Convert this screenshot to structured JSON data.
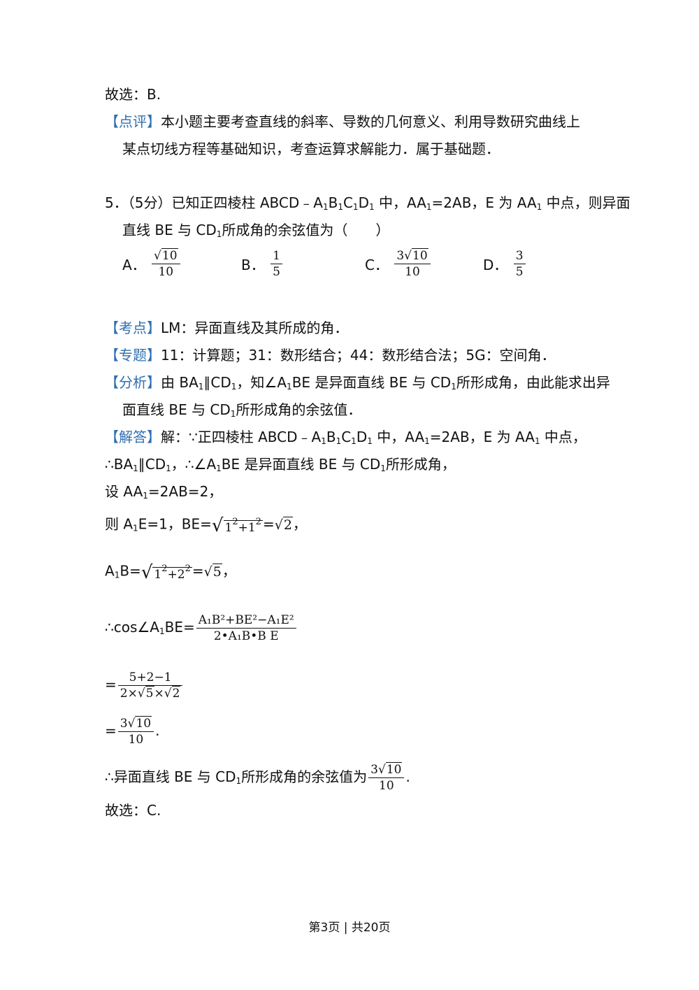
{
  "prev": {
    "answer": "故选：B.",
    "comment_tag": "【点评】",
    "comment_line1": "本小题主要考查直线的斜率、导数的几何意义、利用导数研究曲线上",
    "comment_line2": "某点切线方程等基础知识，考查运算求解能力．属于基础题．"
  },
  "question": {
    "number": "5．",
    "score": "（5分）",
    "stem_a": "已知正四棱柱 ABCD﹣A",
    "stem_b": "B",
    "stem_c": "C",
    "stem_d": "D",
    "stem_e": " 中，AA",
    "stem_f": "=2AB，E 为 AA",
    "stem_g": " 中点，则异面",
    "stem_line2_a": "直线 BE 与 CD",
    "stem_line2_b": "所成角的余弦值为（　　）",
    "sub1": "1",
    "options": [
      {
        "label": "A．",
        "num_coef": "",
        "num_rad": "10",
        "den": "10"
      },
      {
        "label": "B．",
        "num": "1",
        "den": "5"
      },
      {
        "label": "C．",
        "num_coef": "3",
        "num_rad": "10",
        "den": "10"
      },
      {
        "label": "D．",
        "num": "3",
        "den": "5"
      }
    ]
  },
  "solution": {
    "kaodian_tag": "【考点】",
    "kaodian": "LM：异面直线及其所成的角．",
    "zhuanti_tag": "【专题】",
    "zhuanti": "11：计算题；31：数形结合；44：数形结合法；5G：空间角．",
    "fenxi_tag": "【分析】",
    "fenxi_a": "由 BA",
    "fenxi_b": "∥CD",
    "fenxi_c": "，知∠A",
    "fenxi_d": "BE 是异面直线 BE 与 CD",
    "fenxi_e": "所形成角，由此能求出异",
    "fenxi_line2_a": "面直线 BE 与 CD",
    "fenxi_line2_b": "所形成角的余弦值．",
    "jieda_tag": "【解答】",
    "jieda_a": "解：∵正四棱柱 ABCD﹣A",
    "jieda_b": "B",
    "jieda_c": "C",
    "jieda_d": "D",
    "jieda_e": " 中，AA",
    "jieda_f": "=2AB，E 为 AA",
    "jieda_g": " 中点，",
    "l2_a": "∴BA",
    "l2_b": "∥CD",
    "l2_c": "，∴∠A",
    "l2_d": "BE 是异面直线 BE 与 CD",
    "l2_e": "所形成角，",
    "l3_a": "设 AA",
    "l3_b": "=2AB=2，",
    "l4_a": "则 A",
    "l4_b": "E=1，BE=",
    "l4_rad_a": "1",
    "l4_rad_b": "+1",
    "l4_eq": "=",
    "l4_res": "2",
    "l4_end": "，",
    "sq": "2",
    "l5_a": "A",
    "l5_b": "B=",
    "l5_rad_a": "1",
    "l5_rad_b": "+2",
    "l5_eq": "=",
    "l5_res": "5",
    "l5_end": "，",
    "l6_a": "∴cos∠A",
    "l6_b": "BE=",
    "l6_num": "A₁B²+BE²−A₁E²",
    "l6_den": "2•A₁B•B E",
    "l7_eq": "=",
    "l7_num": "5+2−1",
    "l7_den_a": "2×",
    "l7_den_b": "5",
    "l7_den_c": "×",
    "l7_den_d": "2",
    "l8_eq": "=",
    "l8_coef": "3",
    "l8_rad": "10",
    "l8_den": "10",
    "l8_end": ".",
    "l9_a": "∴异面直线 BE 与 CD",
    "l9_b": "所形成角的余弦值为",
    "l9_coef": "3",
    "l9_rad": "10",
    "l9_den": "10",
    "l9_end": ".",
    "answer": "故选：C."
  },
  "footer": "第3页 | 共20页"
}
